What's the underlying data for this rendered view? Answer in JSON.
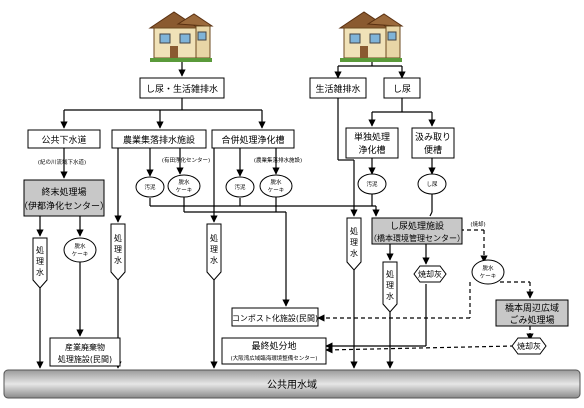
{
  "sources": {
    "combined": "し尿・生活雑排水",
    "gray": "生活雑排水",
    "night_soil": "し尿"
  },
  "facilities": {
    "public_sewer": "公共下水道",
    "agri_sewer": "農業集落排水施設",
    "joint_septic": "合併処理浄化槽",
    "single_septic_l1": "単独処理",
    "single_septic_l2": "浄化槽",
    "vacuum_toilet_l1": "汲み取り",
    "vacuum_toilet_l2": "便槽",
    "terminal_plant_l1": "終末処理場",
    "terminal_plant_l2": "（伊都浄化センター）",
    "night_soil_plant_l1": "し尿処理施設",
    "night_soil_plant_l2": "（橋本環境管理センター）",
    "compost": "コンポスト化施設(民間)",
    "industrial_waste_l1": "産業廃棄物",
    "industrial_waste_l2": "処理施設(民間)",
    "final_disposal_l1": "最終処分地",
    "final_disposal_l2": "(大阪湾広域臨海環境整備センター)",
    "wide_area_l1": "橋本周辺広域",
    "wide_area_l2": "ごみ処理場"
  },
  "annotations": {
    "public_sewer_note": "(紀の川流域下水道)",
    "agri_sewer_note": "(有田浄化センター)",
    "joint_septic_note": "(農業集落排水施設)",
    "night_soil_note": "(焼却)"
  },
  "ovals": {
    "sludge": "汚泥",
    "dewatered_l1": "脱水",
    "dewatered_l2": "ケーキ",
    "night_soil": "し尿"
  },
  "hexes": {
    "ash": "焼却灰"
  },
  "pentagons": {
    "treated_water_l1": "処",
    "treated_water_l2": "理",
    "treated_water_l3": "水"
  },
  "bottom_bar": "公共用水域"
}
